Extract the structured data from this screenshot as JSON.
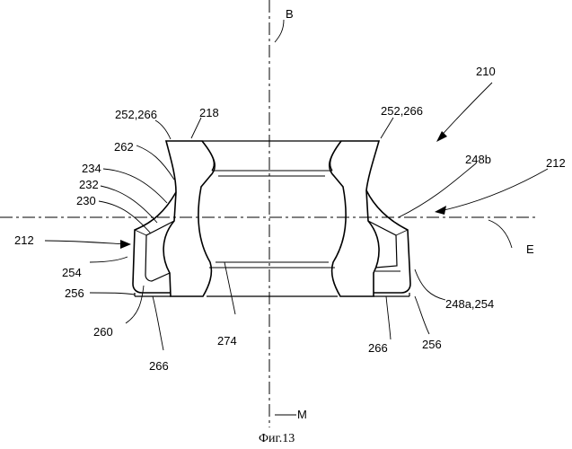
{
  "labels": {
    "B": "B",
    "M": "M",
    "E": "E",
    "n210": "210",
    "n212_right": "212",
    "n212_left": "212",
    "n252_266_left": "252,266",
    "n218": "218",
    "n252_266_right": "252,266",
    "n262": "262",
    "n234": "234",
    "n232": "232",
    "n230": "230",
    "n248b": "248b",
    "n254": "254",
    "n256_left": "256",
    "n260": "260",
    "n266_left": "266",
    "n274": "274",
    "n266_right": "266",
    "n256_right": "256",
    "n248a_254": "248a,254"
  },
  "caption": "Фиг.13"
}
